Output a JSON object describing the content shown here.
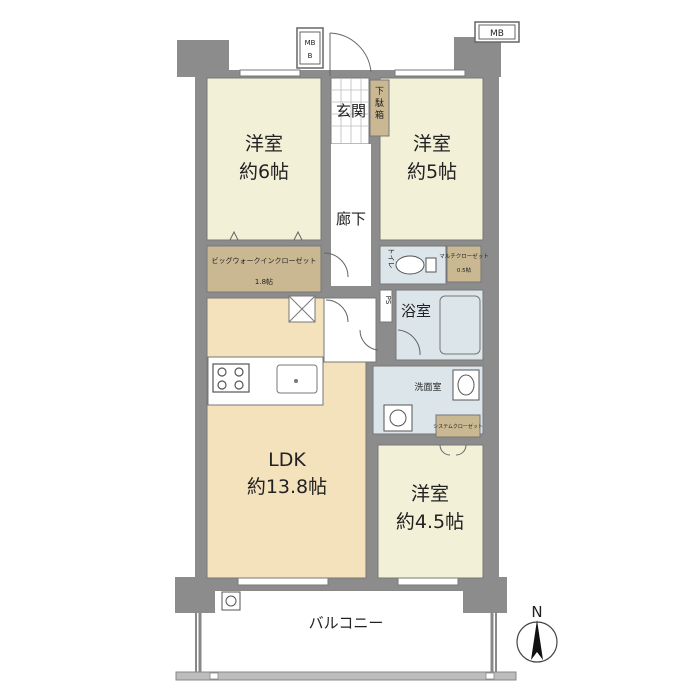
{
  "rooms": {
    "western6": {
      "name": "洋室",
      "size": "約6帖"
    },
    "western5": {
      "name": "洋室",
      "size": "約5帖"
    },
    "western45": {
      "name": "洋室",
      "size": "約4.5帖"
    },
    "ldk": {
      "name": "LDK",
      "size": "約13.8帖"
    },
    "entrance": "玄関",
    "shoe_box": "下駄箱",
    "hallway": "廊下",
    "toilet": "トイレ",
    "bath": "浴室",
    "washroom": "洗面室",
    "ps": "PS",
    "walk_in": {
      "name": "ビッグウォークインクローゼット",
      "size": "1.8帖"
    },
    "multi_closet": {
      "name": "マルチクローゼット",
      "size": "0.5帖"
    },
    "system_closet": "システムクローゼット",
    "balcony": "バルコニー"
  },
  "meter_box": "MB",
  "compass": "N",
  "colors": {
    "room_cream": "#f3f0d8",
    "ldk_beige": "#f4e2bd",
    "closet_tan": "#c9b891",
    "wall_gray": "#8c8c8c",
    "wet_blue": "#dce6ea",
    "entrance_tile": "#ffffff"
  }
}
